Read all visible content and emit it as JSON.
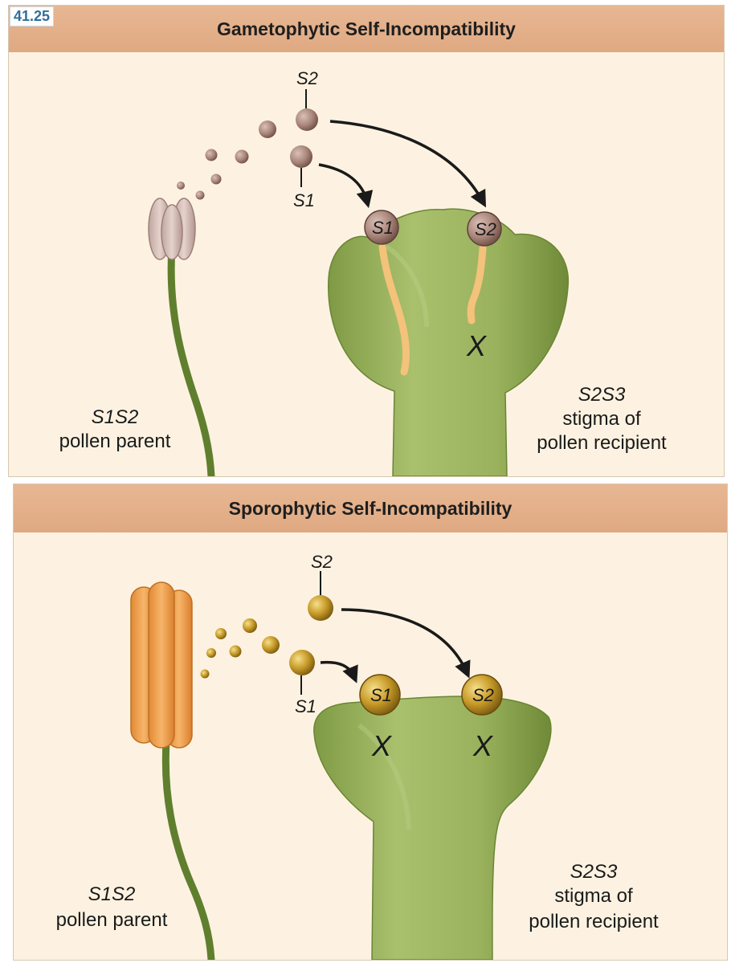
{
  "figure_number": "41.25",
  "panels": [
    {
      "title": "Gametophytic Self-Incompatibility",
      "pollen_label_top": "S2",
      "pollen_label_bottom": "S1",
      "grain_left_label": "S1",
      "grain_right_label": "S2",
      "blocked_mark": "X",
      "parent_genotype": "S1S2",
      "parent_caption": "pollen parent",
      "recipient_genotype": "S2S3",
      "recipient_caption_line1": "stigma of",
      "recipient_caption_line2": "pollen recipient"
    },
    {
      "title": "Sporophytic Self-Incompatibility",
      "pollen_label_top": "S2",
      "pollen_label_bottom": "S1",
      "grain_left_label": "S1",
      "grain_right_label": "S2",
      "blocked_mark_left": "X",
      "blocked_mark_right": "X",
      "parent_genotype": "S1S2",
      "parent_caption": "pollen parent",
      "recipient_genotype": "S2S3",
      "recipient_caption_line1": "stigma of",
      "recipient_caption_line2": "pollen recipient"
    }
  ],
  "colors": {
    "panel_background": "#fdf2e1",
    "header_bar": "#e2ad86",
    "stigma_green": "#9cb461",
    "gametophytic_pollen": "#a88478",
    "sporophytic_pollen": "#c79a28",
    "sporophytic_anther": "#f0a24f",
    "pollen_tube": "#f4c27a",
    "figure_number": "#2f6f9a"
  }
}
